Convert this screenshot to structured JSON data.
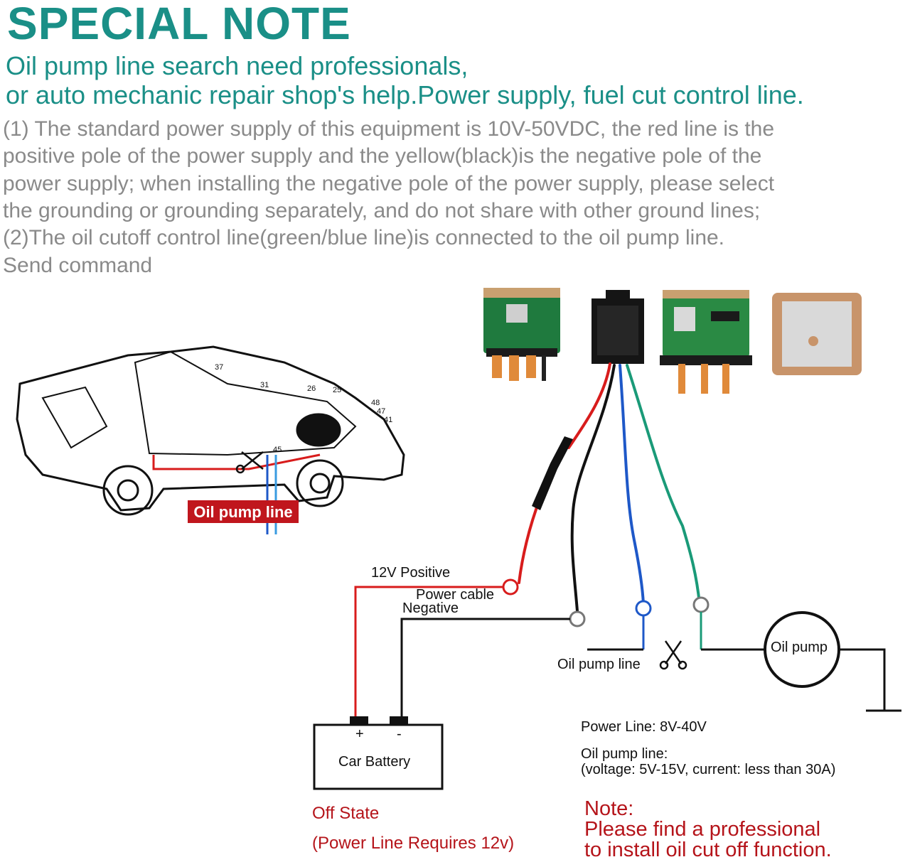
{
  "header": {
    "title": "SPECIAL NOTE",
    "subtitle_lines": [
      "Oil pump line search need professionals,",
      "or auto mechanic repair shop's help.Power supply, fuel cut control line."
    ]
  },
  "instructions": [
    "(1) The standard power supply of this equipment is 10V-50VDC, the red line is the",
    "positive pole of the power supply and the yellow(black)is the negative pole of the",
    "power supply; when installing the negative pole of the power supply, please select",
    "the grounding or grounding separately, and do not share with other ground lines;",
    "(2)The oil cutoff control line(green/blue line)is connected to the oil pump line.",
    "Send command"
  ],
  "diagram": {
    "car_tag": "Oil pump line",
    "label_12v": "12V Positive",
    "label_power_cable": "Power cable",
    "label_negative": "Negative",
    "label_oil_pump_line": "Oil pump line",
    "oil_pump": "Oil pump",
    "battery": {
      "label": "Car Battery",
      "plus": "+",
      "minus": "-"
    },
    "state": "Off State",
    "state_note": "(Power Line Requires 12v)",
    "spec_power": "Power Line: 8V-40V",
    "spec_oil_title": "Oil pump line:",
    "spec_oil_detail": "(voltage: 5V-15V, current: less than 30A)",
    "note_title": "Note:",
    "note_line1": "Please find a professional",
    "note_line2": "to install oil cut off function.",
    "car_numbers": [
      "37",
      "26",
      "25",
      "48",
      "47",
      "41",
      "31",
      "45"
    ]
  },
  "colors": {
    "teal": "#1a8f87",
    "gray_text": "#8a8a8a",
    "red_wire": "#d81c1c",
    "blue_wire": "#1e58c8",
    "green_wire": "#1a9a78",
    "note_red": "#b5141a"
  }
}
